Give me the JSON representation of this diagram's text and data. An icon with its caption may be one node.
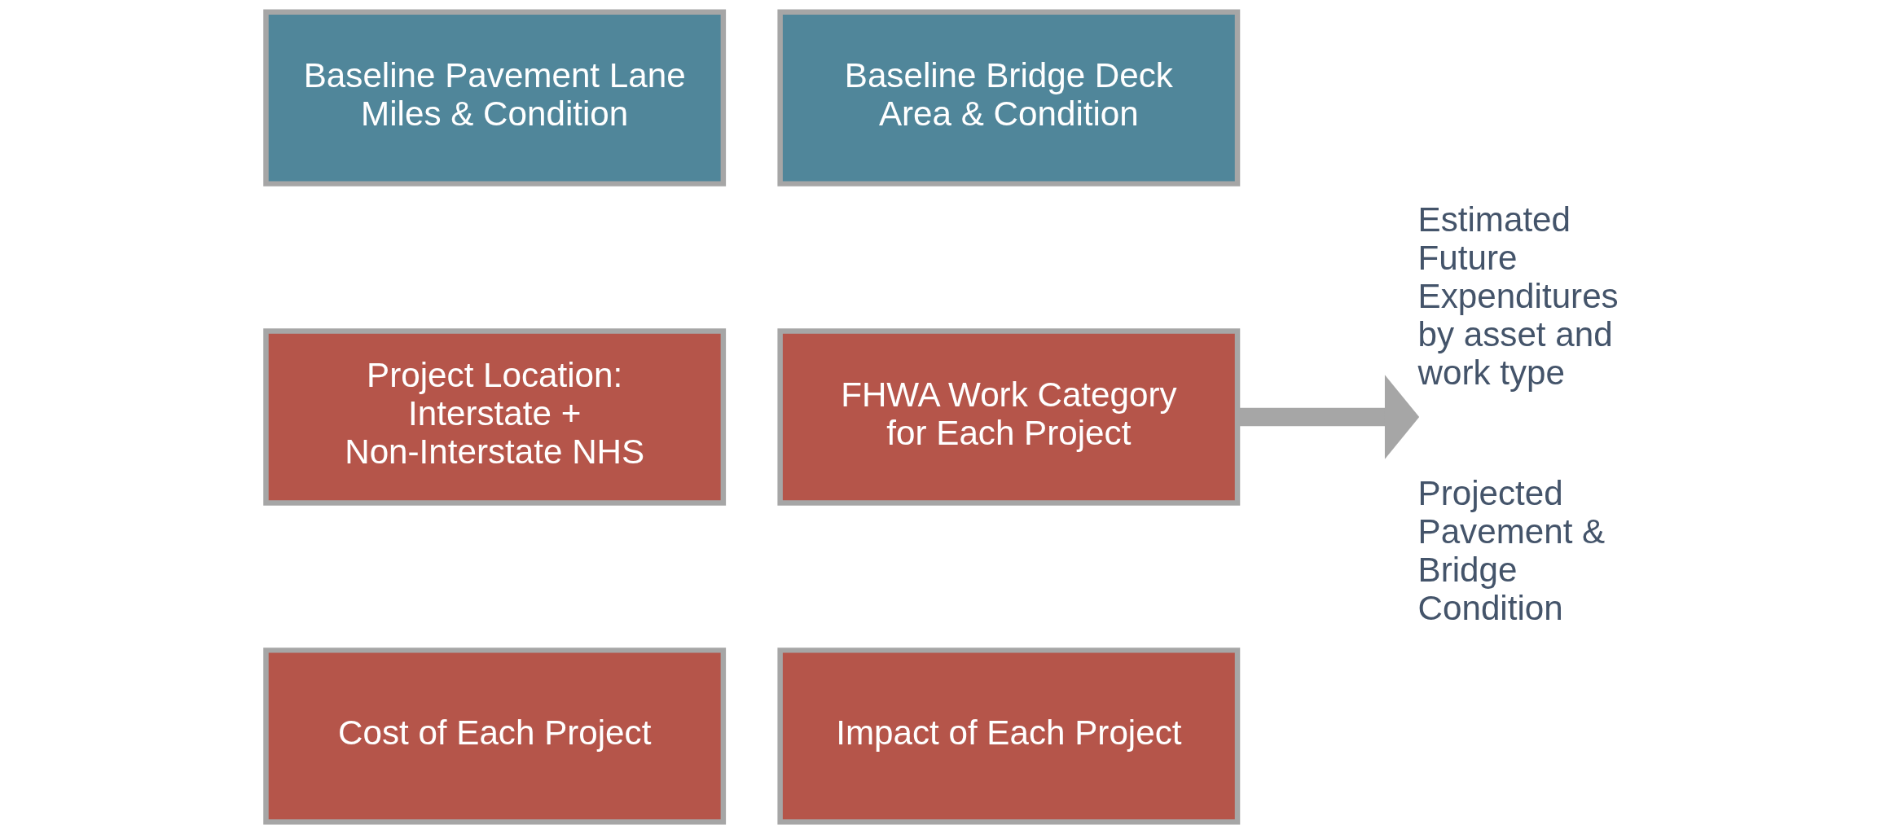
{
  "diagram": {
    "nodes": [
      {
        "text": [
          "Baseline Pavement Lane Miles & Condition"
        ]
      },
      {
        "text": [
          "Baseline Bridge Deck Area & Condition"
        ]
      },
      {
        "text": [
          "Project Location: Interstate + Non-Interstate NHS"
        ]
      },
      {
        "text": [
          "FHWA Work Category for Each Project"
        ]
      },
      {
        "text": [
          "Cost of Each Project"
        ]
      },
      {
        "text": [
          "Impact of Each Project"
        ]
      },
      {
        "text": [
          "Estimated Future Expenditures by asset and work type",
          "Projected Pavement & Bridge Condition"
        ]
      }
    ],
    "edges": [
      {
        "from": 3,
        "to": 6,
        "arrow": "to",
        "color": "#a6a6a6"
      }
    ]
  }
}
